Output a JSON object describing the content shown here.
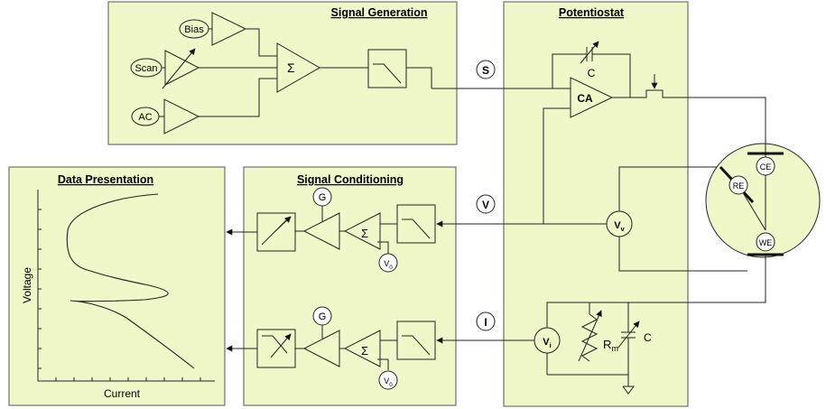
{
  "panels": {
    "signal_generation": "Signal Generation",
    "potentiostat": "Potentiostat",
    "data_presentation": "Data Presentation",
    "signal_conditioning": "Signal Conditioning"
  },
  "inputs": {
    "bias": "Bias",
    "scan": "Scan",
    "ac": "AC"
  },
  "symbols": {
    "sum": "Σ",
    "gain": "G",
    "offset": "V0",
    "control_amp": "CA",
    "capacitor": "C",
    "voltage_meter": "Vv",
    "current_meter": "Vi",
    "resistor": "Rm"
  },
  "signals": {
    "s": "S",
    "v": "V",
    "i": "I"
  },
  "electrodes": {
    "ce": "CE",
    "re": "RE",
    "we": "WE"
  },
  "plot": {
    "ylabel": "Voltage",
    "xlabel": "Current"
  },
  "colors": {
    "panel_fill": "#f0f7c9",
    "cell_fill": "#f0f7c9",
    "line": "#222222"
  }
}
